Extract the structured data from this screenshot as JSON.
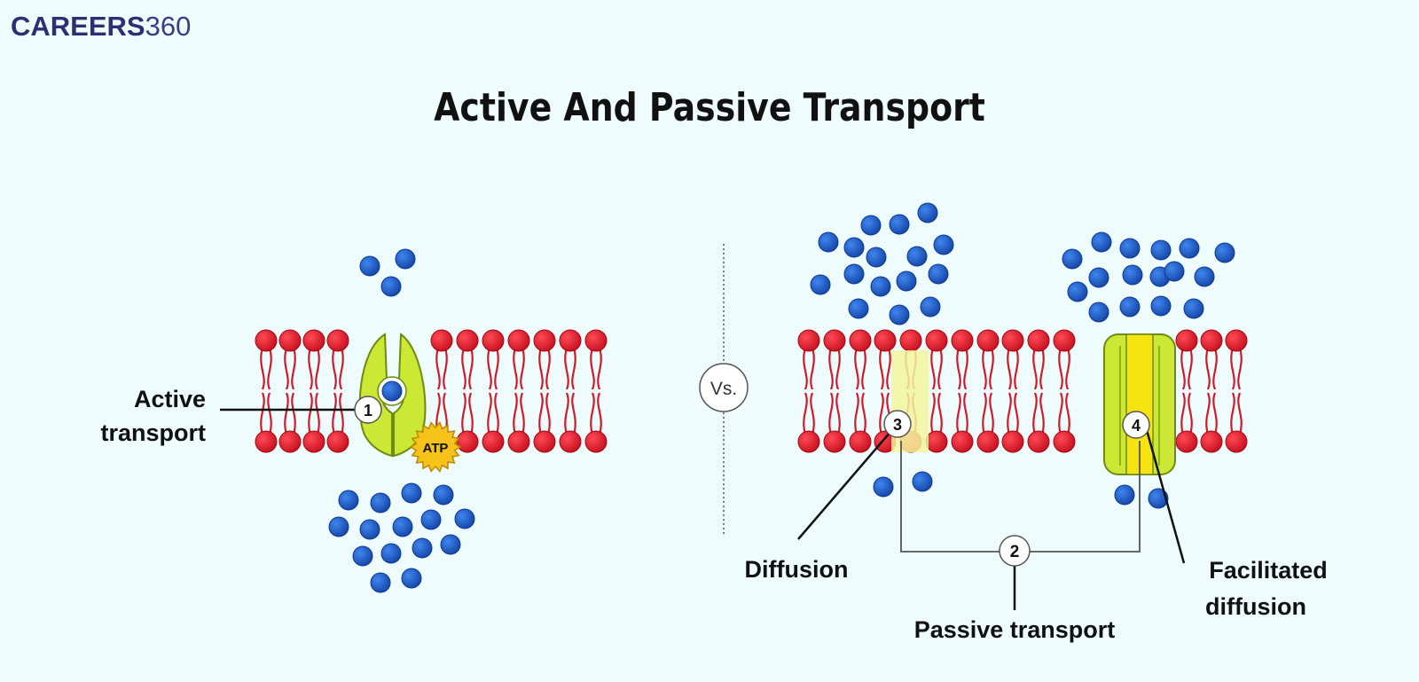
{
  "logo": {
    "bold": "CAREERS",
    "light": "360"
  },
  "title": "Active And Passive Transport",
  "vs_label": "Vs.",
  "atp_label": "ATP",
  "callouts": {
    "n1": "1",
    "n2": "2",
    "n3": "3",
    "n4": "4"
  },
  "labels": {
    "active_line1": "Active",
    "active_line2": "transport",
    "diffusion": "Diffusion",
    "passive": "Passive transport",
    "facilitated_line1": "Facilitated",
    "facilitated_line2": "diffusion"
  },
  "colors": {
    "background": "#eefcfd",
    "lipid_head": "#e21b2c",
    "molecule": "#1e58c8",
    "carrier_protein": "#cbe835",
    "channel_protein": "#f5e312",
    "atp": "#f7c21a",
    "logo": "#2e2f73"
  }
}
